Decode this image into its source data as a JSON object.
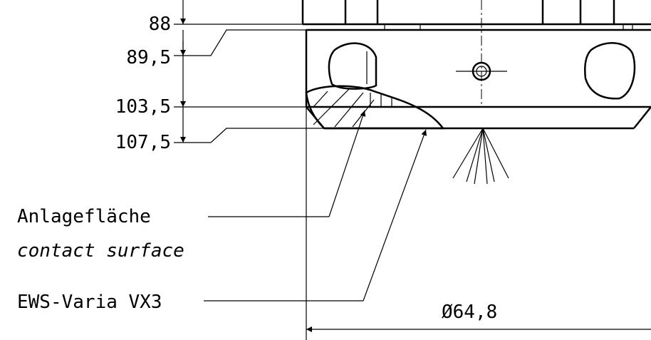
{
  "dimensions": {
    "d1": "88",
    "d2": "89,5",
    "d3": "103,5",
    "d4": "107,5",
    "diameter": "Ø64,8"
  },
  "labels": {
    "contact_de": "Anlagefläche",
    "contact_en": "contact surface",
    "product": "EWS-Varia VX3"
  }
}
